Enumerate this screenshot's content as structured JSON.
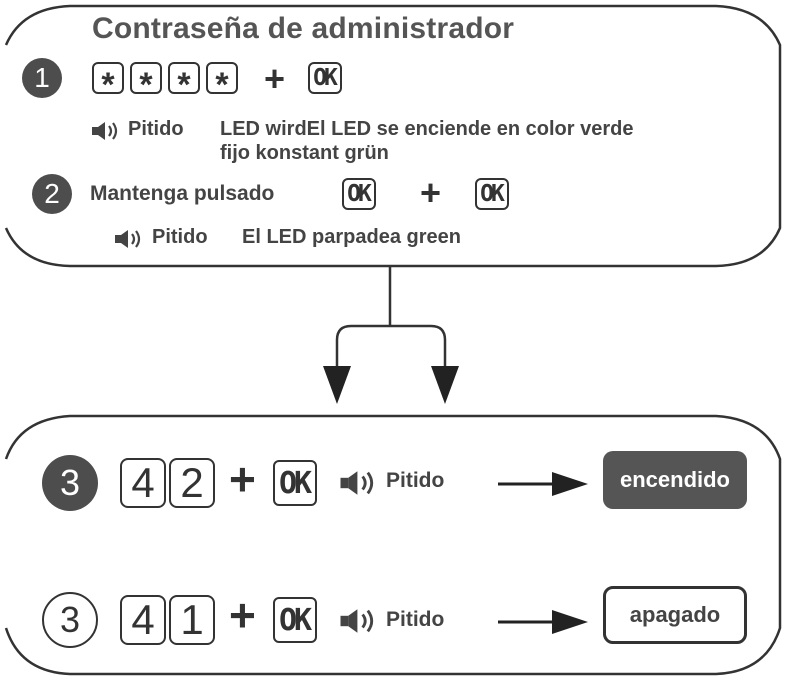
{
  "header": {
    "title": "Contraseña de administrador"
  },
  "step1": {
    "number": "1",
    "keys": [
      "*",
      "*",
      "*",
      "*"
    ],
    "plus": "+",
    "ok": "OK",
    "beep_label": "Pitido",
    "result_line1": "LED wirdEl LED se enciende en color verde",
    "result_line2": "fijo konstant grün"
  },
  "step2": {
    "number": "2",
    "label": "Mantenga pulsado",
    "ok_a": "OK",
    "plus": "+",
    "ok_b": "OK",
    "beep_label": "Pitido",
    "result": "El LED parpadea green"
  },
  "step3_on": {
    "number": "3",
    "digits": [
      "4",
      "2"
    ],
    "plus": "+",
    "ok": "OK",
    "beep_label": "Pitido",
    "result": "encendido"
  },
  "step3_off": {
    "number": "3",
    "digits": [
      "4",
      "1"
    ],
    "plus": "+",
    "ok": "OK",
    "beep_label": "Pitido",
    "result": "apagado"
  },
  "icons": {
    "speaker": "speaker-icon",
    "arrow": "arrow-right-icon"
  },
  "colors": {
    "dark_fill": "#4d4d4d",
    "line": "#333333",
    "text": "#444444"
  }
}
